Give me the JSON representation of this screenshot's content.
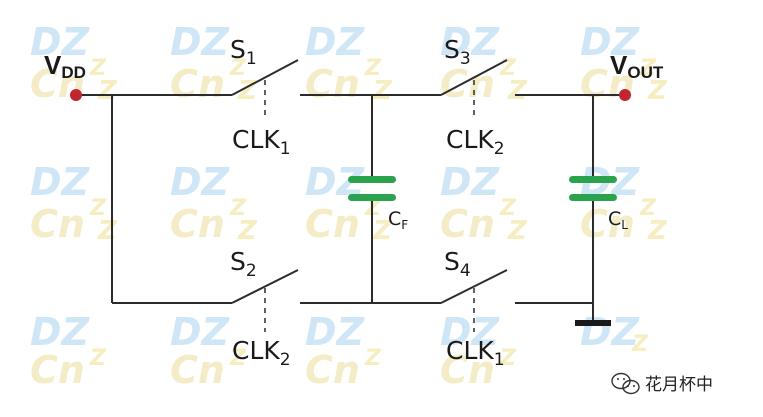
{
  "diagram": {
    "vdd": {
      "main": "V",
      "sub": "DD"
    },
    "vout": {
      "main": "V",
      "sub": "OUT"
    },
    "switches": [
      {
        "name": "S",
        "idx": "1",
        "clk": "CLK",
        "clk_idx": "1"
      },
      {
        "name": "S",
        "idx": "3",
        "clk": "CLK",
        "clk_idx": "2"
      },
      {
        "name": "S",
        "idx": "2",
        "clk": "CLK",
        "clk_idx": "2"
      },
      {
        "name": "S",
        "idx": "4",
        "clk": "CLK",
        "clk_idx": "1"
      }
    ],
    "capacitors": [
      {
        "name": "C",
        "sub": "F"
      },
      {
        "name": "C",
        "sub": "L"
      }
    ],
    "watermark": {
      "line1": "DZ",
      "line2": "Cn"
    },
    "colors": {
      "wire": "#2b2b2b",
      "capacitor": "#2ba24c",
      "terminal": "#c0262d",
      "watermark_blue": "#cfe6f6",
      "watermark_yellow": "#f4ecc6"
    }
  },
  "footer": {
    "account": "花月杯中",
    "icon": "wechat-icon"
  }
}
